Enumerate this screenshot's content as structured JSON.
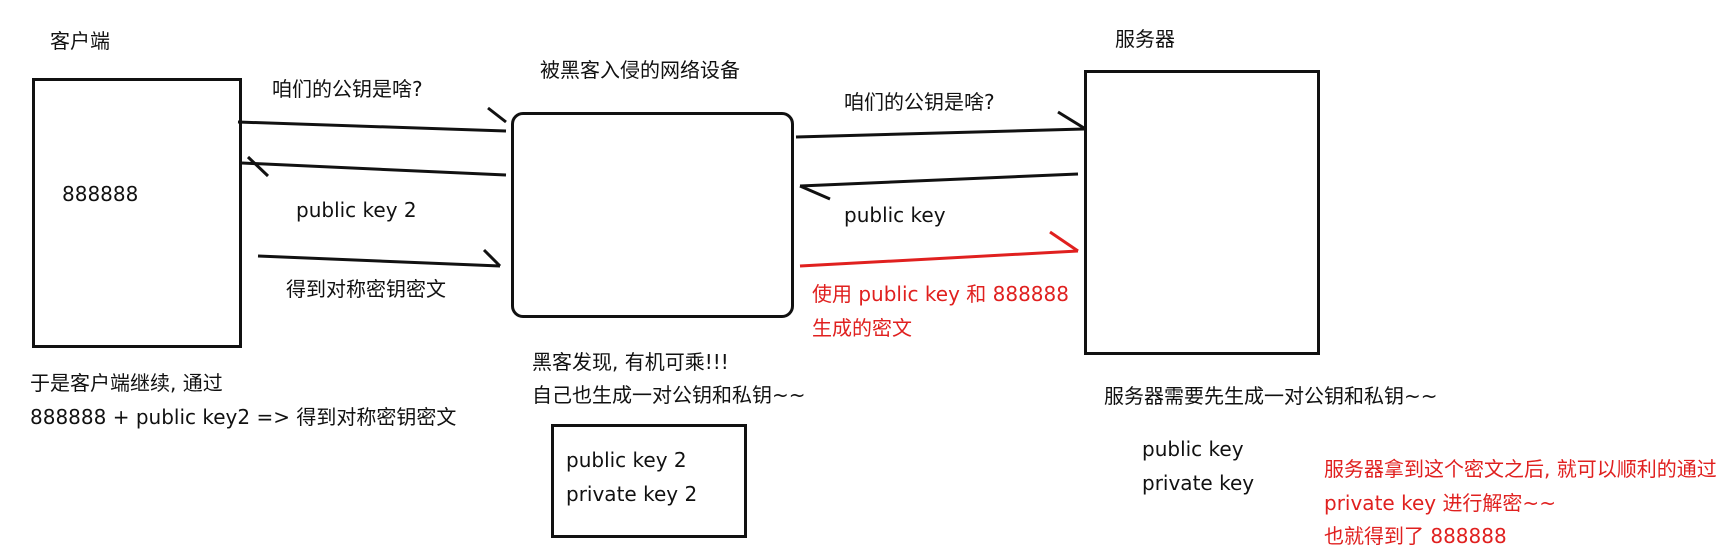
{
  "colors": {
    "ink": "#111111",
    "accent_red": "#e0201f"
  },
  "client": {
    "title": "客户端",
    "value": "888888",
    "note_lines": [
      "于是客户端继续, 通过",
      "888888 + public key2 => 得到对称密钥密文"
    ]
  },
  "middle": {
    "title": "被黑客入侵的网络设备",
    "note_lines": [
      "黑客发现, 有机可乘!!!",
      "自己也生成一对公钥和私钥~~"
    ],
    "keys": [
      "public key 2",
      "private key 2"
    ]
  },
  "server": {
    "title": "服务器",
    "note": "服务器需要先生成一对公钥和私钥~~",
    "keys": [
      "public key",
      "private key"
    ],
    "red_note_lines": [
      "服务器拿到这个密文之后, 就可以顺利的通过",
      "private key 进行解密~~",
      "也就得到了 888888"
    ]
  },
  "arrows": {
    "client_to_middle_ask": "咱们的公钥是啥?",
    "middle_to_client_key": "public key 2",
    "client_to_middle_cipher": "得到对称密钥密文",
    "middle_to_server_ask": "咱们的公钥是啥?",
    "server_to_middle_key": "public key",
    "middle_to_server_cipher_lines": [
      "使用 public key 和 888888",
      "生成的密文"
    ]
  }
}
